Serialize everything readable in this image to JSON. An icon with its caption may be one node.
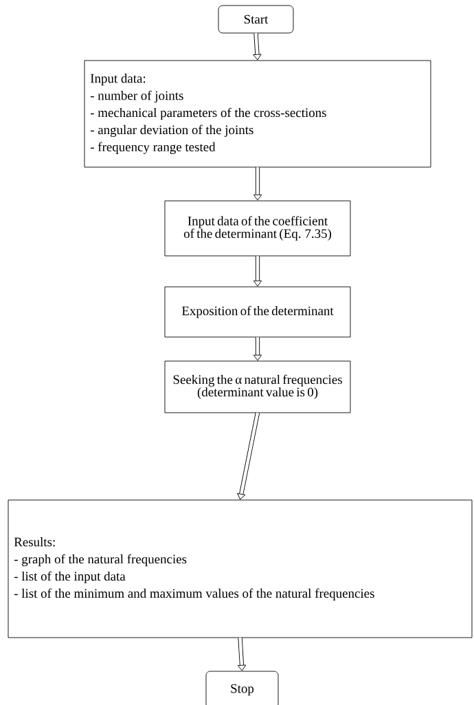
{
  "diagram": {
    "nodes": [
      {
        "text": [
          "Start"
        ]
      },
      {
        "text": [
          "Input data:",
          "- number of joints",
          "- mechanical parameters of the cross-sections",
          "- angular deviation of the joints",
          "- frequency range tested"
        ]
      },
      {
        "text": [
          "Input data of the coefficient of the determinant (Eq. 7.35)"
        ]
      },
      {
        "text": [
          "Exposition of the determinant"
        ]
      },
      {
        "text": [
          "Seeking the α natural frequencies (determinant value is 0)"
        ]
      },
      {
        "text": [
          "Results:",
          "- graph of the natural frequencies",
          "- list of the input data",
          "- list of the minimum and maximum values of the natural frequencies"
        ]
      },
      {
        "text": [
          "Stop"
        ]
      }
    ],
    "edges": [
      {
        "from": 0,
        "to": 1,
        "arrow": "to"
      },
      {
        "from": 1,
        "to": 2,
        "arrow": "to"
      },
      {
        "from": 2,
        "to": 3,
        "arrow": "to"
      },
      {
        "from": 3,
        "to": 4,
        "arrow": "to"
      },
      {
        "from": 4,
        "to": 5,
        "arrow": "to"
      },
      {
        "from": 5,
        "to": 6,
        "arrow": "to"
      }
    ]
  }
}
